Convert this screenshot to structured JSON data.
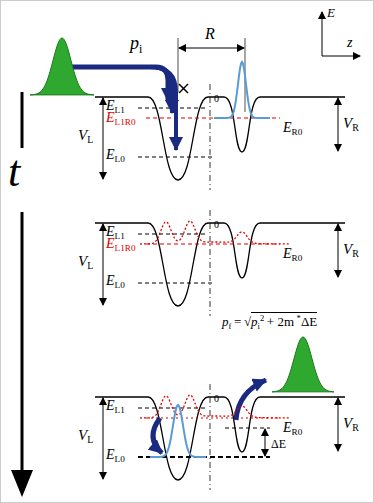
{
  "diagram": {
    "labels": [
      "p",
      "i",
      "R",
      "E",
      "z",
      "V",
      "L",
      "E",
      "L1",
      "E",
      "L1R0",
      "E",
      "L0",
      "0",
      "V",
      "R",
      "E",
      "R0",
      "t",
      "V",
      "L",
      "E",
      "L1",
      "E",
      "L1R0",
      "E",
      "L0",
      "0",
      "V",
      "R",
      "E",
      "R0",
      "p",
      "f",
      "=",
      "√",
      "p",
      "i",
      "2",
      "+ 2m",
      "*",
      "ΔE",
      "V",
      "L",
      "E",
      "L1",
      "E",
      "L0",
      "0",
      "V",
      "R",
      "E",
      "R0",
      "ΔE"
    ]
  }
}
